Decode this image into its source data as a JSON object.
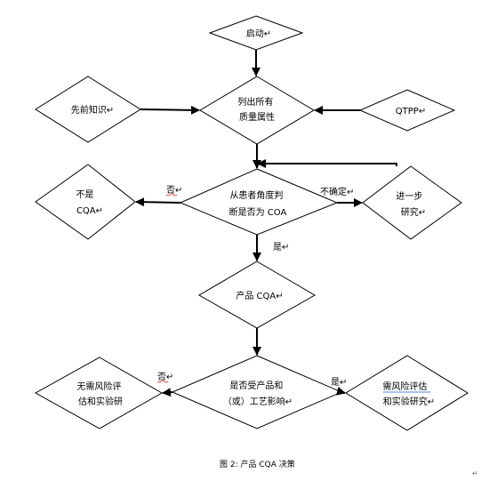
{
  "nodes": {
    "start": {
      "lines": [
        "启动↵"
      ]
    },
    "prior": {
      "lines": [
        "先前知识↵"
      ]
    },
    "list": {
      "lines": [
        "列出所有",
        "质量属性"
      ]
    },
    "qtpp": {
      "lines": [
        "QTPP↵"
      ]
    },
    "not_cqa": {
      "lines": [
        "不是",
        "CQA↵"
      ]
    },
    "patient": {
      "lines": [
        "从患者角度判",
        "断是否为 COA"
      ]
    },
    "further": {
      "lines": [
        "进一步",
        "研究↵"
      ]
    },
    "product_cqa": {
      "lines": [
        "产品 CQA↵"
      ]
    },
    "affected": {
      "lines": [
        "是否受产品和",
        "（或）工艺影响↵"
      ]
    },
    "no_need": {
      "lines": [
        "无需风险评",
        "估和实验研"
      ]
    },
    "need": {
      "lines": [
        "需风险评估",
        "和实验研究↵"
      ]
    }
  },
  "edge_labels": {
    "no_1": "否↵",
    "uncertain": "不确定↵",
    "yes_1": "是↵",
    "no_2": "否↵",
    "yes_2": "是↵"
  },
  "caption": "图 2:  产品 CQA 决策",
  "paragraph_mark": "↵"
}
